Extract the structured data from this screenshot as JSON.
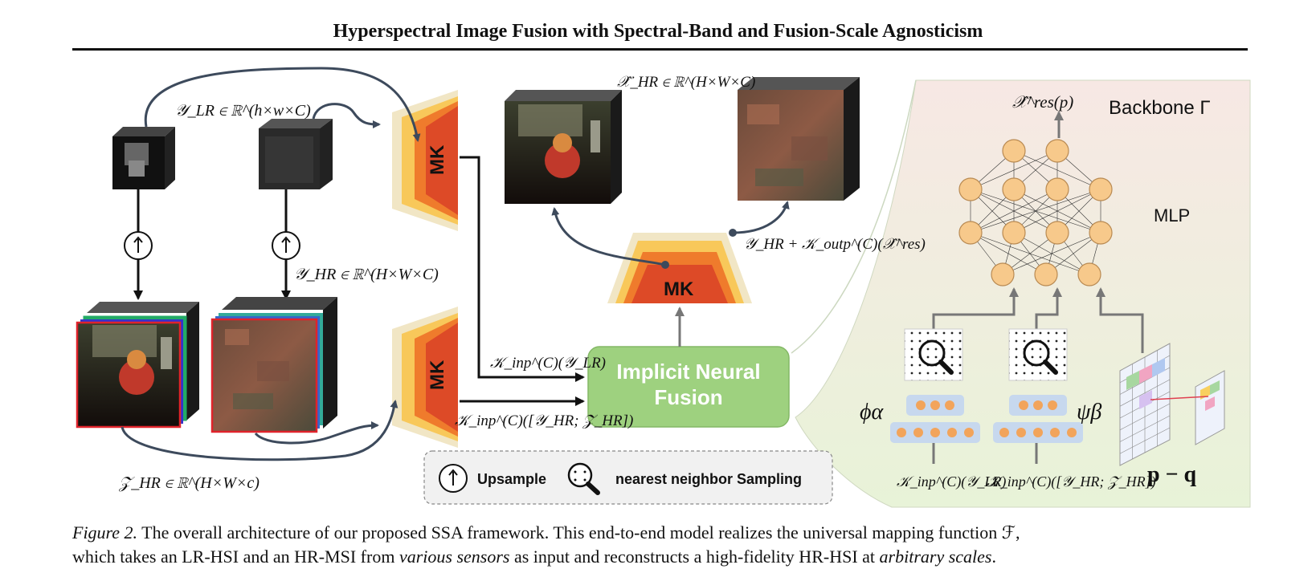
{
  "header": {
    "title": "Hyperspectral Image Fusion with Spectral-Band and Fusion-Scale Agnosticism"
  },
  "figure": {
    "labels": {
      "y_lr": "𝒴_LR ∈ ℝ^(h×w×C)",
      "y_hr": "𝒴_HR ∈ ℝ^(H×W×C)",
      "z_hr": "𝒵_HR ∈ ℝ^(H×W×c)",
      "x_hr_hat": "𝒳̂_HR ∈ ℝ^(H×W×C)",
      "y_hr_plus": "𝒴_HR + 𝒦_outp^(C)(𝒳̂^res)",
      "k_inp_ylr": "𝒦_inp^(C)(𝒴_LR)",
      "k_inp_yz": "𝒦_inp^(C)([𝒴_HR; 𝒵_HR])",
      "x_res_p": "𝒳̂^res(p)",
      "backbone": "Backbone Γ",
      "mlp": "MLP",
      "phi": "ϕα",
      "psi": "ψβ",
      "p_minus_q": "p − q",
      "k_inp_ylr_bottom": "𝒦_inp^(C)(𝒴_LR)",
      "k_inp_yz_bottom": "𝒦_inp^(C)([𝒴_HR; 𝒵_HR])"
    },
    "mk_label": "MK",
    "inf_label_line1": "Implicit Neural",
    "inf_label_line2": "Fusion",
    "legend": {
      "upsample": "Upsample",
      "nn_sampling": "nearest neighbor Sampling"
    }
  },
  "caption": {
    "figure_ref": "Figure 2.",
    "text_a": " The overall architecture of our proposed SSA framework. This end-to-end model realizes the universal mapping function ℱ,",
    "text_b": "which takes an LR-HSI and an HR-MSI from ",
    "italic_1": "various sensors",
    "text_c": " as input and reconstructs a high-fidelity HR-HSI at ",
    "italic_2": "arbitrary scales",
    "text_d": "."
  },
  "colors": {
    "arrow": "#3d4a5c",
    "mk_dark": "#dd4a27",
    "mk_mid": "#ef7b2c",
    "mk_light": "#f8c85a",
    "mk_pale": "#f1e6c5",
    "inf_green": "#9ed17f",
    "node_orange": "#f7c98b",
    "backbone_bg": "#eef3e2"
  }
}
